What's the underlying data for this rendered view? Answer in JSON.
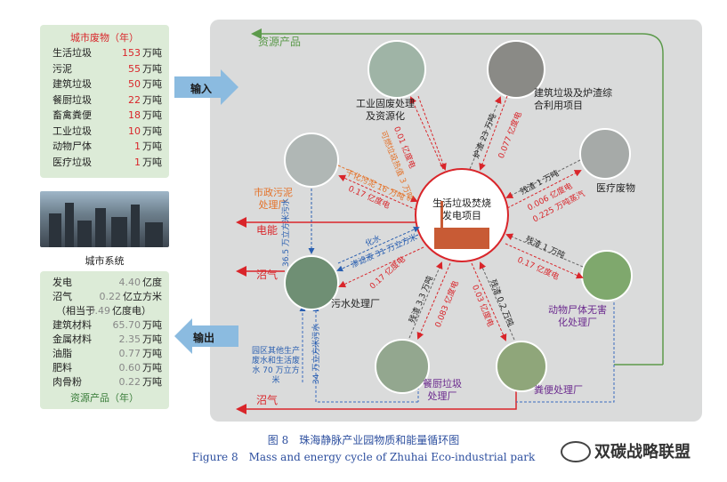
{
  "input_panel": {
    "title": "城市废物（年）",
    "rows": [
      {
        "label": "生活垃圾",
        "value": "153",
        "unit": "万吨"
      },
      {
        "label": "污泥",
        "value": "55",
        "unit": "万吨"
      },
      {
        "label": "建筑垃圾",
        "value": "50",
        "unit": "万吨"
      },
      {
        "label": "餐厨垃圾",
        "value": "22",
        "unit": "万吨"
      },
      {
        "label": "畜禽粪便",
        "value": "18",
        "unit": "万吨"
      },
      {
        "label": "工业垃圾",
        "value": "10",
        "unit": "万吨"
      },
      {
        "label": "动物尸体",
        "value": "1",
        "unit": "万吨"
      },
      {
        "label": "医疗垃圾",
        "value": "1",
        "unit": "万吨"
      }
    ]
  },
  "city_label": "城市系统",
  "output_panel": {
    "rows": [
      {
        "label": "发电",
        "value": "4.40",
        "unit": "亿度"
      },
      {
        "label": "沼气",
        "value": "0.22",
        "unit": "亿立方米"
      },
      {
        "label": "（相当于",
        "value": "0.49",
        "unit": "亿度电）"
      },
      {
        "label": "建筑材料",
        "value": "65.70",
        "unit": "万吨"
      },
      {
        "label": "金属材料",
        "value": "2.35",
        "unit": "万吨"
      },
      {
        "label": "油脂",
        "value": "0.77",
        "unit": "万吨"
      },
      {
        "label": "肥料",
        "value": "0.60",
        "unit": "万吨"
      },
      {
        "label": "肉骨粉",
        "value": "0.22",
        "unit": "万吨"
      }
    ],
    "footer": "资源产品（年）"
  },
  "input_arrow": "输入",
  "output_arrow": "输出",
  "resource_label": "资源产品",
  "electric_label": "电能",
  "biogas1": "沼气",
  "biogas2": "沼气",
  "nodes": {
    "center": "生活垃圾焚烧发电项目",
    "industrial": "工业固废处理及资源化",
    "construction": "建筑垃圾及炉渣综合利用项目",
    "medical": "医疗废物",
    "animal": "动物尸体无害化处理厂",
    "manure": "粪便处理厂",
    "kitchen": "餐厨垃圾处理厂",
    "sewage": "污水处理厂",
    "sludge": "市政污泥处理厂"
  },
  "edges": {
    "ind_fuel": "可燃垃圾热值 3 万吨",
    "ind_elec": "0.01 亿度电",
    "slag": "炉渣 23 万吨",
    "slag_elec": "0.077 亿度电",
    "med_slag": "残渣 1 万吨",
    "med_elec": "0.006 亿度电",
    "med_steam": "0.225 万吨蒸汽",
    "sludge_dry": "干化污泥 16 万吨",
    "sludge_elec": "0.17 亿度电",
    "animal_slag": "残渣 1 万吨",
    "animal_elec": "0.17 亿度电",
    "leach": "渗滤液 31 万立方米",
    "hua": "化水",
    "sew_elec": "0.17 亿度电",
    "sew_water": "36.5 万立方米污水",
    "kit_slag": "残渣 3.3 万吨",
    "kit_elec": "0.083 亿度电",
    "man_slag": "残渣 0.2 万吨",
    "man_elec": "0.03 亿度电",
    "park_water": "园区其他生产废水和生活废水 70 万立方米",
    "water34": "34 万立方米污水"
  },
  "caption_cn": "图 8　珠海静脉产业园物质和能量循环图",
  "caption_en": "Figure 8　Mass and energy cycle of Zhuhai Eco-industrial park",
  "watermark": "双碳战略联盟"
}
